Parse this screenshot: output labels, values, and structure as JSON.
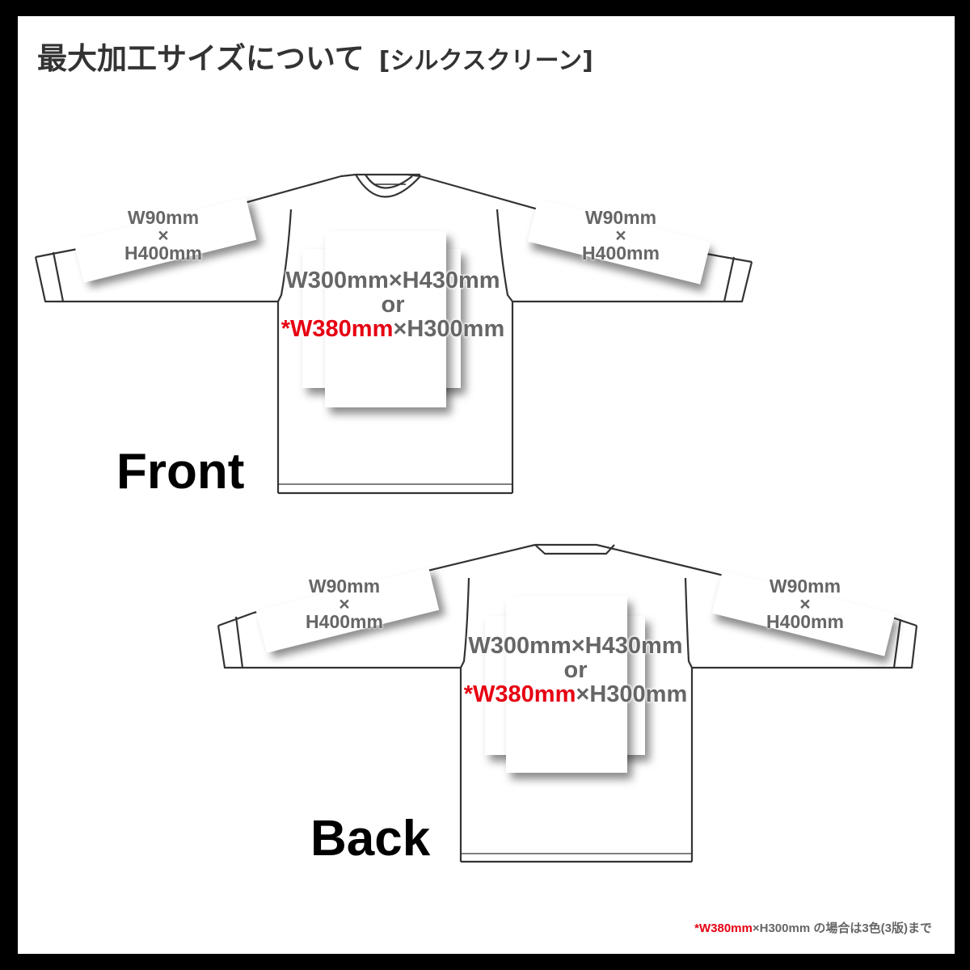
{
  "header": {
    "title": "最大加工サイズについて",
    "subtitle": "[シルクスクリーン]"
  },
  "front": {
    "label": "Front",
    "left_sleeve": {
      "line1": "W90mm",
      "line2": "×",
      "line3": "H400mm"
    },
    "right_sleeve": {
      "line1": "W90mm",
      "line2": "×",
      "line3": "H400mm"
    },
    "body": {
      "line1": "W300mm×H430mm",
      "line2": "or",
      "line3_red": "*W380mm",
      "line3_rest": "×H300mm"
    }
  },
  "back": {
    "label": "Back",
    "left_sleeve": {
      "line1": "W90mm",
      "line2": "×",
      "line3": "H400mm"
    },
    "right_sleeve": {
      "line1": "W90mm",
      "line2": "×",
      "line3": "H400mm"
    },
    "body": {
      "line1": "W300mm×H430mm",
      "line2": "or",
      "line3_red": "*W380mm",
      "line3_rest": "×H300mm"
    }
  },
  "footnote": {
    "red": "*W380mm",
    "rest": "×H300mm の場合は3色(3版)まで"
  },
  "colors": {
    "frame": "#000000",
    "background": "#ffffff",
    "title_text": "#333333",
    "label_gray": "#666666",
    "accent_red": "#e60012",
    "outline": "#333333"
  }
}
